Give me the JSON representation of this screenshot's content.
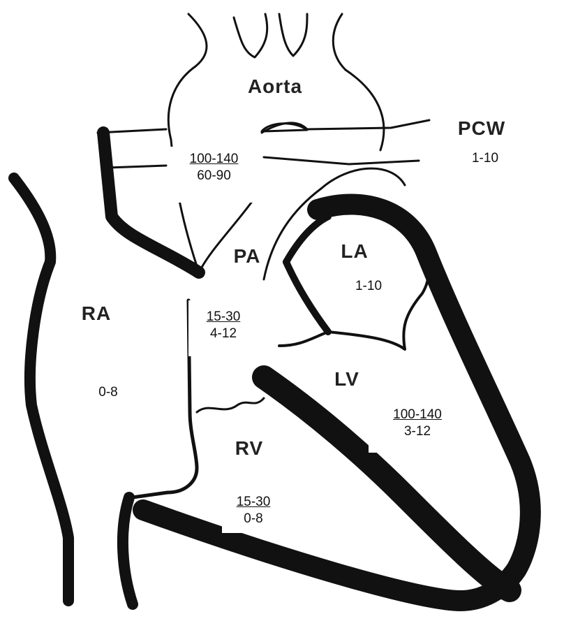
{
  "diagram": {
    "chambers": {
      "aorta": "Aorta",
      "pcw": "PCW",
      "pa": "PA",
      "la": "LA",
      "ra": "RA",
      "lv": "LV",
      "rv": "RV"
    },
    "pressures": {
      "aorta": {
        "systolic": "100-140",
        "diastolic": "60-90"
      },
      "pcw": {
        "value": "1-10"
      },
      "la": {
        "value": "1-10"
      },
      "pa": {
        "systolic": "15-30",
        "diastolic": "4-12"
      },
      "ra": {
        "value": "0-8"
      },
      "lv": {
        "systolic": "100-140",
        "diastolic": "3-12"
      },
      "rv": {
        "systolic": "15-30",
        "diastolic": "0-8"
      }
    },
    "colors": {
      "ink": "#111111",
      "paper": "#ffffff"
    }
  }
}
